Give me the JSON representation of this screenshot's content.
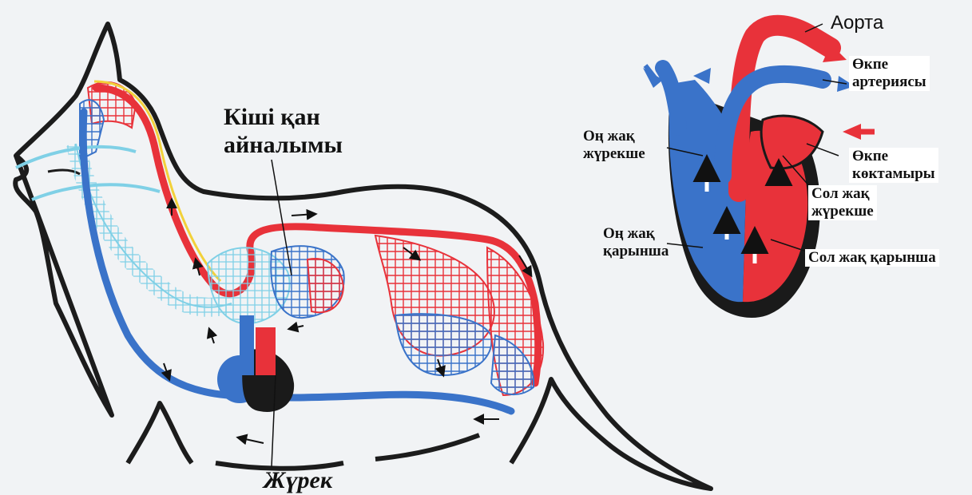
{
  "labels": {
    "small_circulation": [
      "Кіші қан",
      "айналымы"
    ],
    "heart": "Жүрек",
    "aorta": "Аорта",
    "pulmonary_artery": [
      "Өкпе",
      "артериясы"
    ],
    "right_atrium": [
      "Оң жақ",
      "жүрекше"
    ],
    "pulmonary_vein": [
      "Өкпе",
      "көктамыры"
    ],
    "left_atrium": [
      "Сол жақ",
      "жүрекше"
    ],
    "right_ventricle": [
      "Оң жақ",
      "қарынша"
    ],
    "left_ventricle": "Сол жақ қарынша"
  },
  "colors": {
    "arterial": "#e8323a",
    "venous": "#3a73c9",
    "lymph": "#7fd0e6",
    "outline": "#111111",
    "fat": "#f2d13a"
  }
}
